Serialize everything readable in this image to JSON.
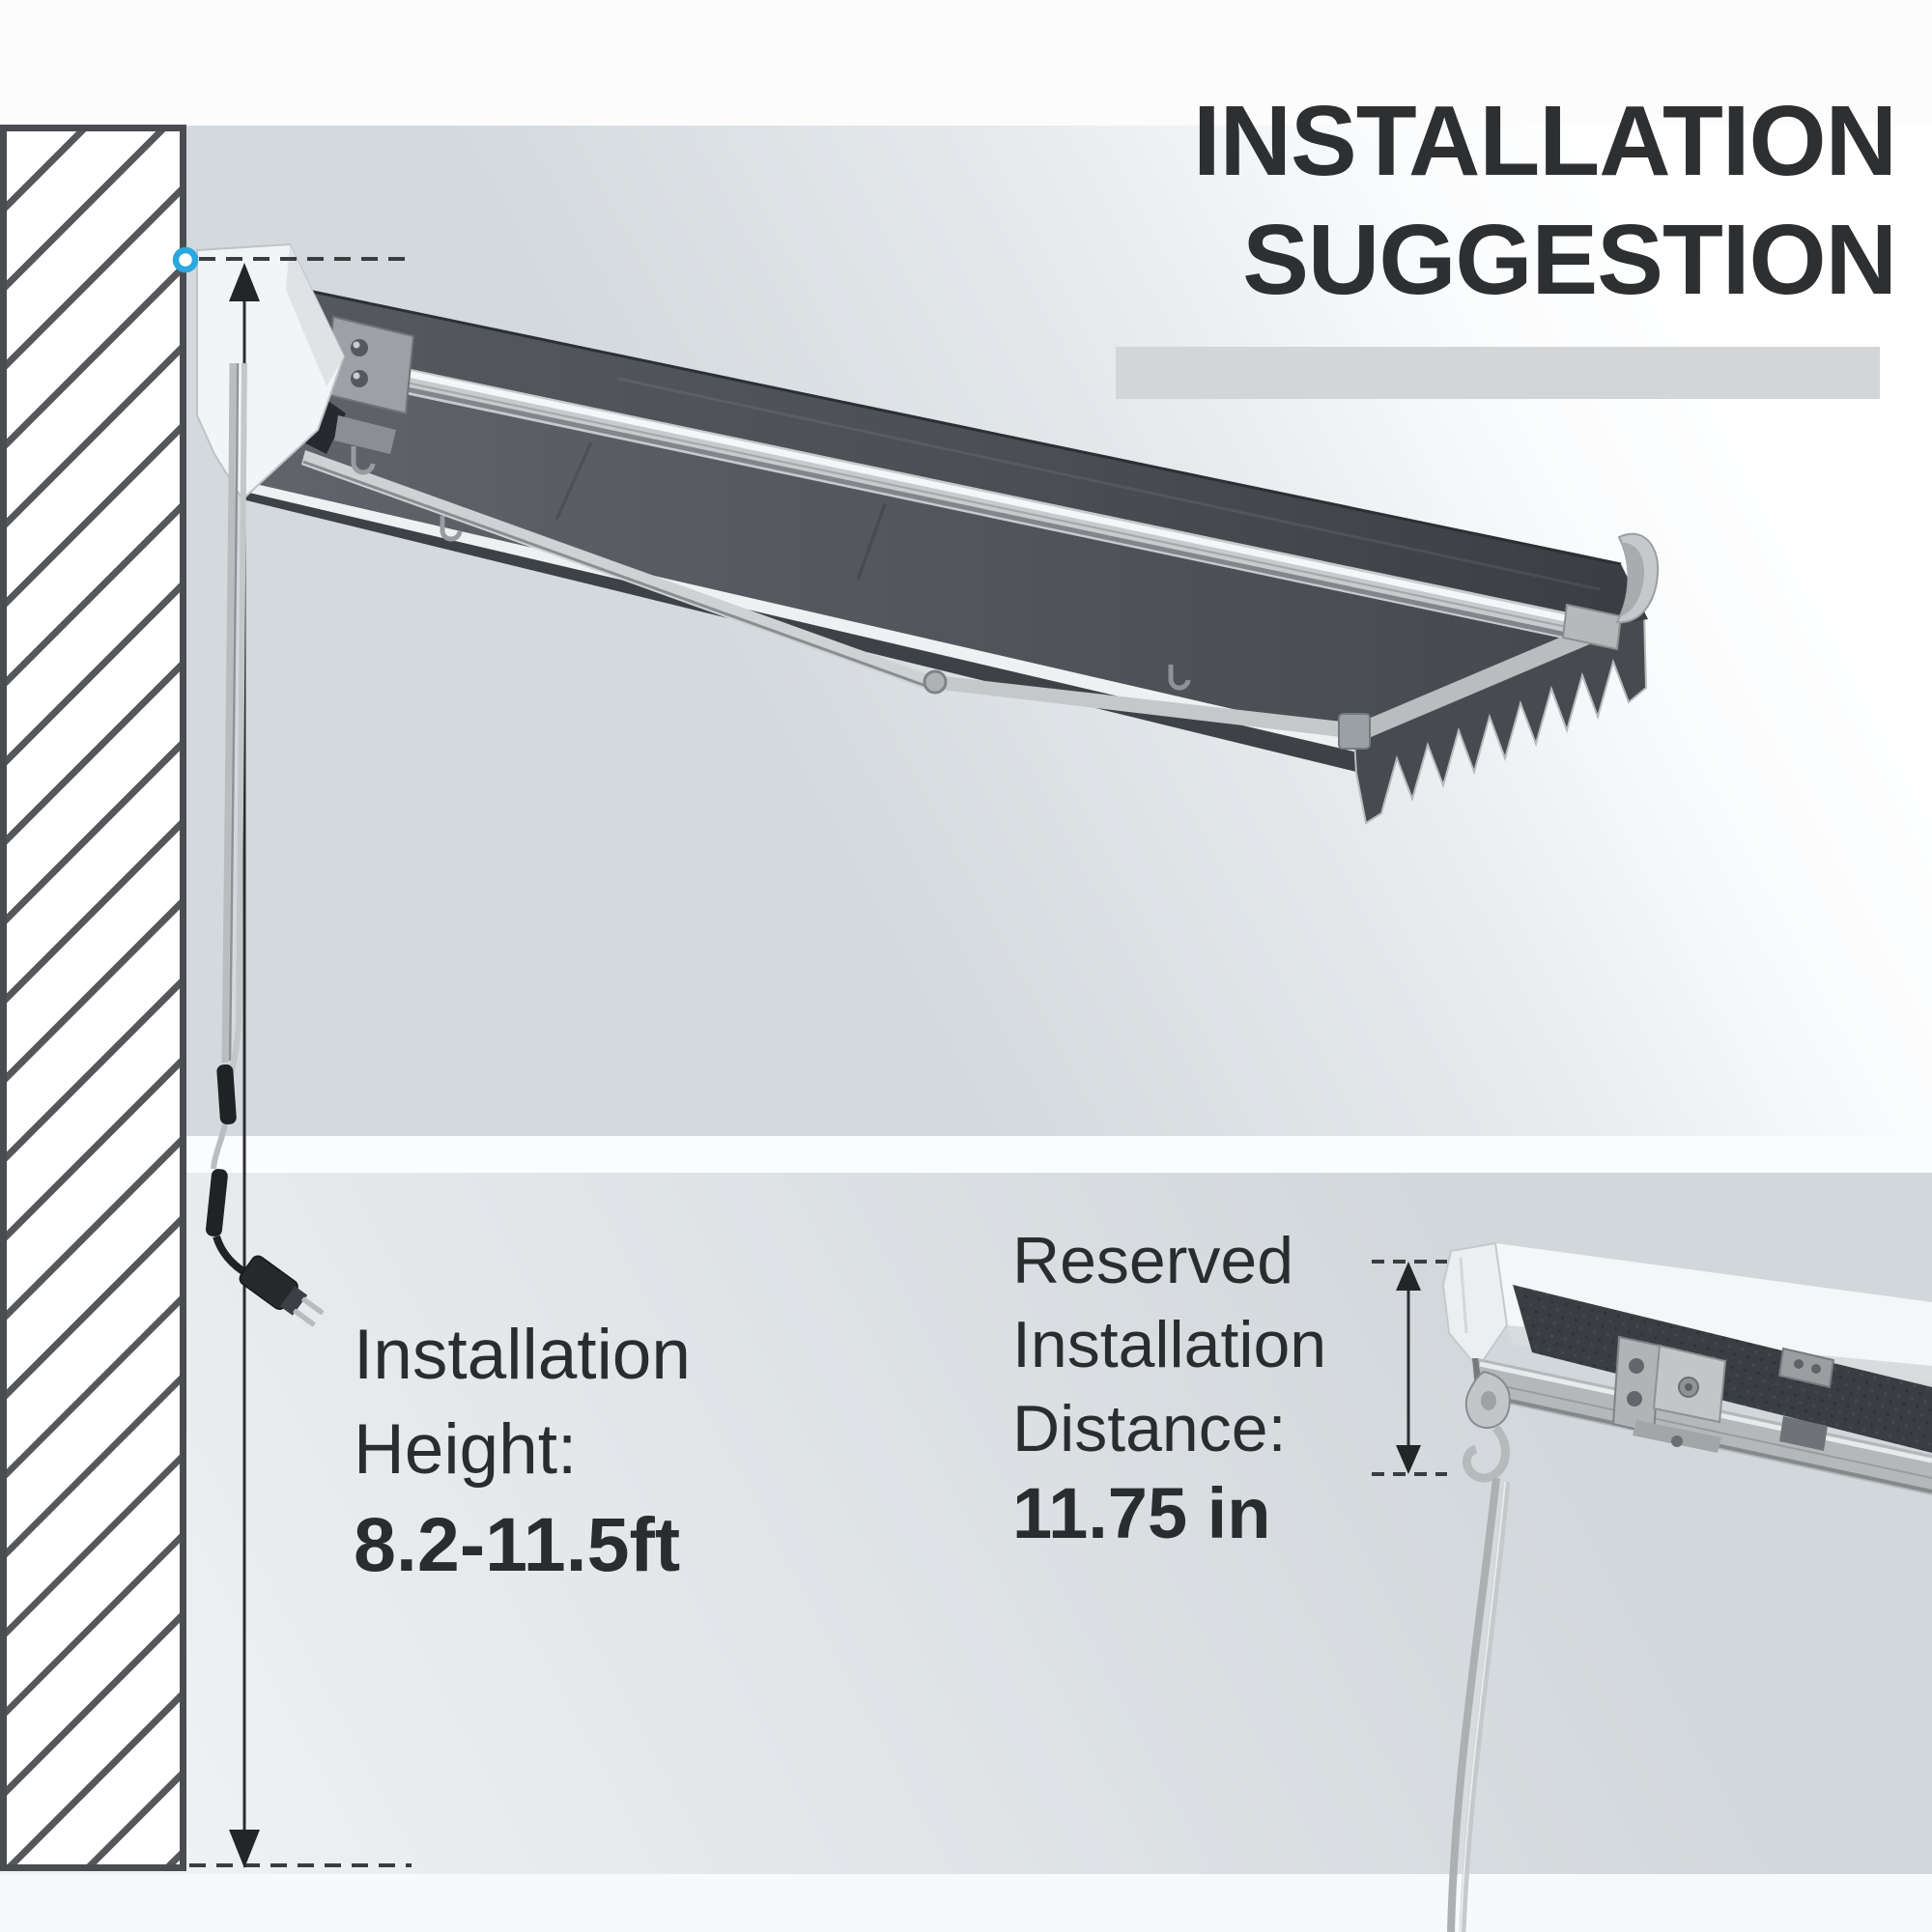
{
  "header": {
    "title_line1": "INSTALLATION",
    "title_line2": "SUGGESTION"
  },
  "annotations": {
    "height": {
      "label_line1": "Installation",
      "label_line2": "Height:",
      "value": "8.2-11.5ft"
    },
    "distance": {
      "label_line1": "Reserved",
      "label_line2": "Installation",
      "label_line3": "Distance:",
      "value": "11.75 in"
    }
  },
  "icons": {
    "mounting_point_marker": "cyan-ring",
    "height_dimension_arrow": "vertical-double-arrow-dashed-ends",
    "distance_dimension_arrow": "vertical-double-arrow-dashed-ends"
  },
  "colors": {
    "accent_cyan": "#2BA7DE",
    "title_text": "#2E2F31",
    "body_text": "#2B2C2E",
    "accent_bar": "#D4D5D7",
    "awning_fabric_dark": "#43474C",
    "metal_light": "#C9CDD0",
    "background_tint": "#D5DADE",
    "wall_line": "#4A4C50"
  }
}
